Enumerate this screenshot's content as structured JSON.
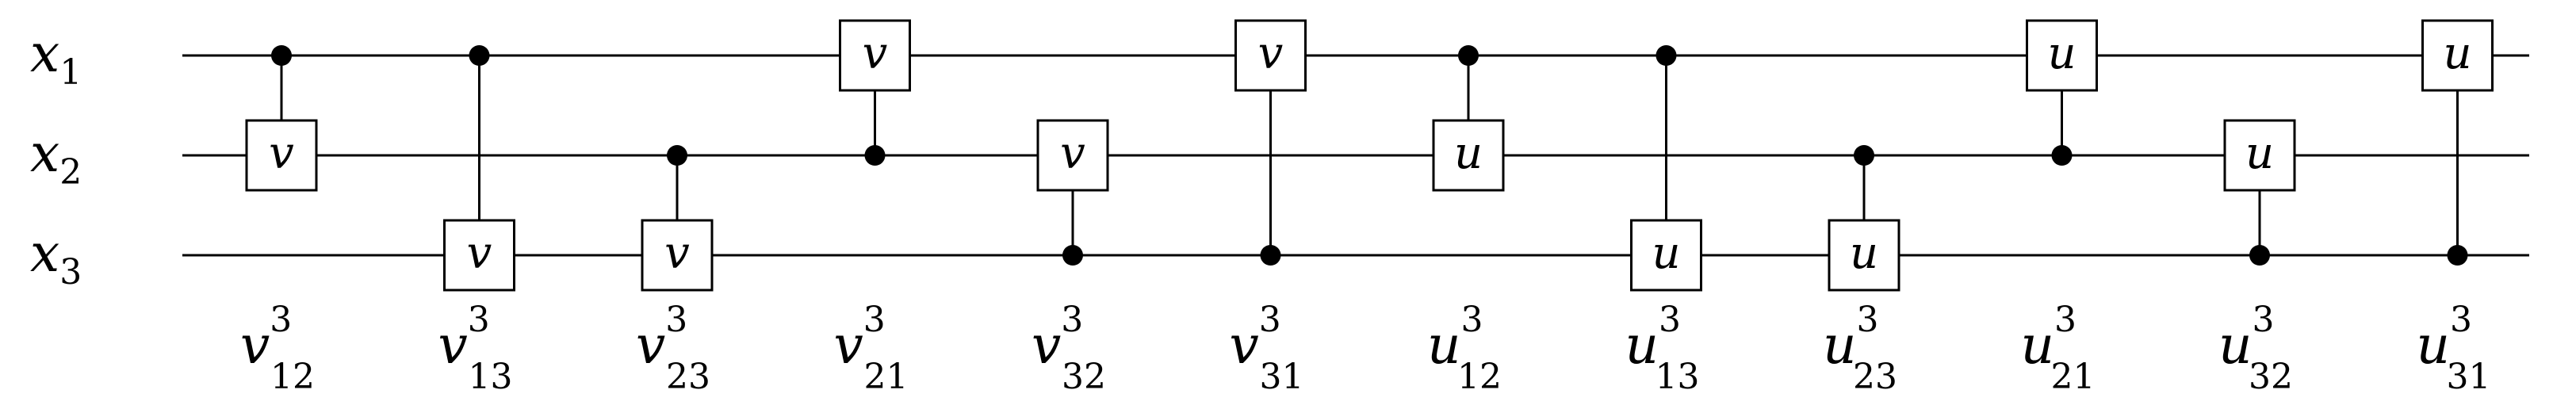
{
  "wires": [
    {
      "label_base": "x",
      "label_sub": "1"
    },
    {
      "label_base": "x",
      "label_sub": "2"
    },
    {
      "label_base": "x",
      "label_sub": "3"
    }
  ],
  "gates": [
    {
      "control": 1,
      "target": 2,
      "symbol": "v",
      "label": {
        "base": "v",
        "sup": "3",
        "sub": "12"
      }
    },
    {
      "control": 1,
      "target": 3,
      "symbol": "v",
      "label": {
        "base": "v",
        "sup": "3",
        "sub": "13"
      }
    },
    {
      "control": 2,
      "target": 3,
      "symbol": "v",
      "label": {
        "base": "v",
        "sup": "3",
        "sub": "23"
      }
    },
    {
      "control": 2,
      "target": 1,
      "symbol": "v",
      "label": {
        "base": "v",
        "sup": "3",
        "sub": "21"
      }
    },
    {
      "control": 3,
      "target": 2,
      "symbol": "v",
      "label": {
        "base": "v",
        "sup": "3",
        "sub": "32"
      }
    },
    {
      "control": 3,
      "target": 1,
      "symbol": "v",
      "label": {
        "base": "v",
        "sup": "3",
        "sub": "31"
      }
    },
    {
      "control": 1,
      "target": 2,
      "symbol": "u",
      "label": {
        "base": "u",
        "sup": "3",
        "sub": "12"
      }
    },
    {
      "control": 1,
      "target": 3,
      "symbol": "u",
      "label": {
        "base": "u",
        "sup": "3",
        "sub": "13"
      }
    },
    {
      "control": 2,
      "target": 3,
      "symbol": "u",
      "label": {
        "base": "u",
        "sup": "3",
        "sub": "23"
      }
    },
    {
      "control": 2,
      "target": 1,
      "symbol": "u",
      "label": {
        "base": "u",
        "sup": "3",
        "sub": "21"
      }
    },
    {
      "control": 3,
      "target": 2,
      "symbol": "u",
      "label": {
        "base": "u",
        "sup": "3",
        "sub": "32"
      }
    },
    {
      "control": 3,
      "target": 1,
      "symbol": "u",
      "label": {
        "base": "u",
        "sup": "3",
        "sub": "31"
      }
    }
  ]
}
